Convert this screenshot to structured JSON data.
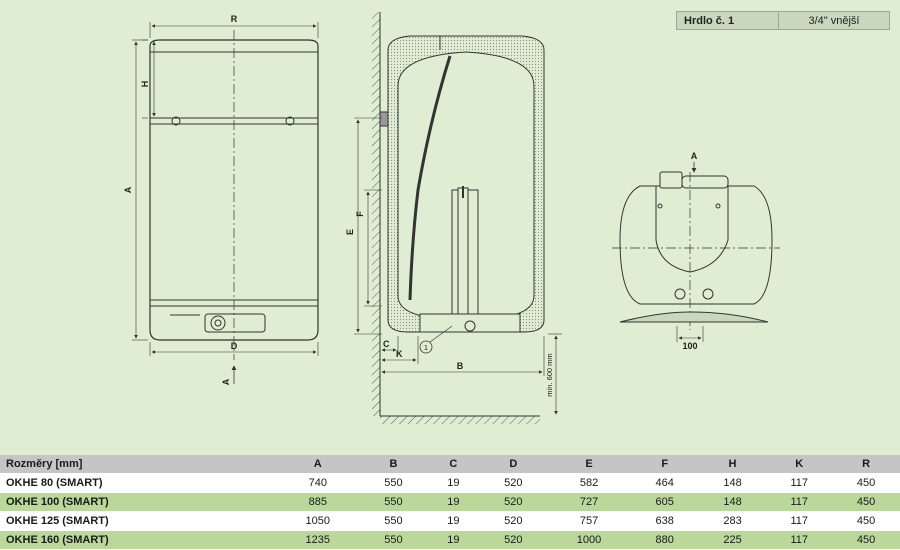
{
  "spec": {
    "label": "Hrdlo č. 1",
    "value": "3/4\" vnější"
  },
  "labels": {
    "front": {
      "R": "R",
      "H": "H",
      "A": "A",
      "D": "D",
      "view_arrow": "A"
    },
    "section": {
      "E": "E",
      "F": "F",
      "C": "C",
      "K": "K",
      "B": "B",
      "circle": "1",
      "min_height": "min. 600 mm"
    },
    "top": {
      "A": "A",
      "dim": "100"
    }
  },
  "table": {
    "headers": [
      "Rozměry [mm]",
      "A",
      "B",
      "C",
      "D",
      "E",
      "F",
      "H",
      "K",
      "R"
    ],
    "rows": [
      [
        "OKHE 80 (SMART)",
        "740",
        "550",
        "19",
        "520",
        "582",
        "464",
        "148",
        "117",
        "450"
      ],
      [
        "OKHE 100 (SMART)",
        "885",
        "550",
        "19",
        "520",
        "727",
        "605",
        "148",
        "117",
        "450"
      ],
      [
        "OKHE 125 (SMART)",
        "1050",
        "550",
        "19",
        "520",
        "757",
        "638",
        "283",
        "117",
        "450"
      ],
      [
        "OKHE 160 (SMART)",
        "1235",
        "550",
        "19",
        "520",
        "1000",
        "880",
        "225",
        "117",
        "450"
      ]
    ]
  },
  "colors": {
    "background": "#dfeed3",
    "row_odd": "#ffffff",
    "row_even": "#b9d89a",
    "header": "#c5c5c5"
  }
}
